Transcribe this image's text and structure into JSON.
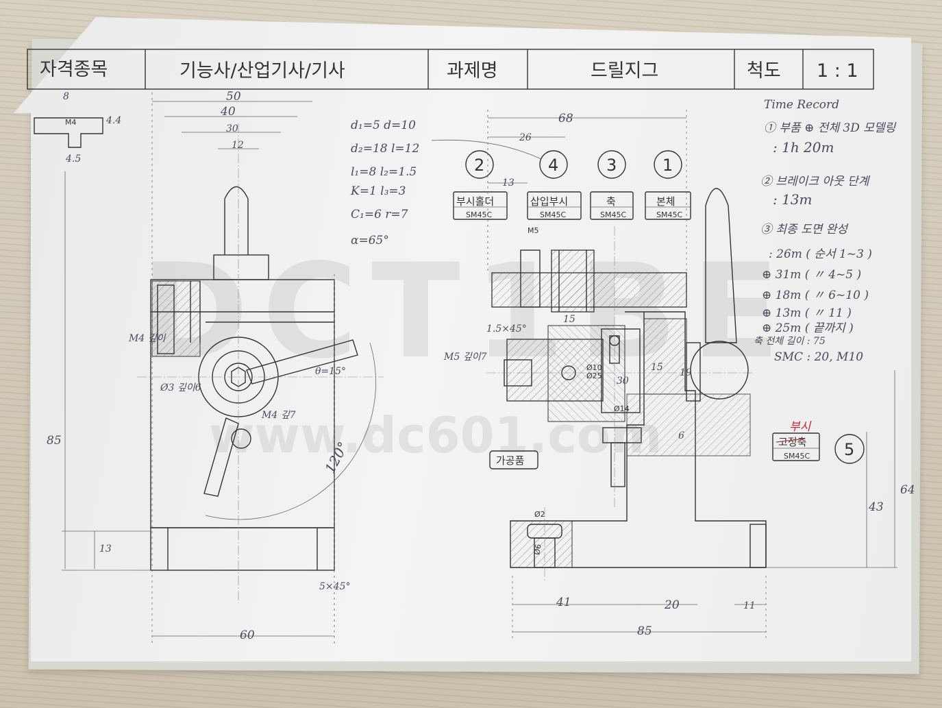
{
  "title_block": {
    "category_label": "자격종목",
    "category_value": "기능사/산업기사/기사",
    "project_label": "과제명",
    "project_value": "드릴지그",
    "scale_label": "척도",
    "scale_value": "1 : 1"
  },
  "parts": [
    {
      "number": "2",
      "name": "부시홀더",
      "material": "SM45C"
    },
    {
      "number": "4",
      "name": "삽입부시",
      "material": "SM45C"
    },
    {
      "number": "3",
      "name": "축",
      "material": "SM45C"
    },
    {
      "number": "1",
      "name": "본체",
      "material": "SM45C"
    },
    {
      "number": "5",
      "name": "고정축",
      "material": "SM45C",
      "correction": "부시"
    }
  ],
  "workpiece_label": "가공품",
  "time_record": {
    "heading": "Time Record",
    "entries": [
      {
        "text": "① 부품 ⊕ 전체 3D 모델링",
        "detail": ": 1h 20m"
      },
      {
        "text": "② 브레이크 아웃 단계",
        "detail": ": 13m"
      },
      {
        "text": "③ 최종 도면 완성",
        "detail": ""
      }
    ],
    "sub_entries": [
      ": 26m ( 순서 1~3 )",
      "⊕ 31m ( 〃 4~5 )",
      "⊕ 18m ( 〃 6~10 )",
      "⊕ 13m ( 〃 11 )",
      "⊕ 25m ( 끝까지 )"
    ],
    "footer1": "축 전체 길이 : 75",
    "footer2": "SMC : 20, M10"
  },
  "formulas": [
    "d₁=5  d=10",
    "d₂=18  l=12",
    "l₁=8  l₂=1.5",
    "K=1  l₃=3",
    "C₁=6  r=7",
    "α=65°"
  ],
  "dimensions": {
    "top_50": "50",
    "top_40": "40",
    "top_30": "30",
    "top_12": "12",
    "left_85": "85",
    "left_13": "13",
    "bottom_60": "60",
    "chamfer": "5×45°",
    "angle_120": "120°",
    "angle_15": "θ=15°",
    "right_68": "68",
    "right_26": "26",
    "right_13": "13",
    "m5": "M5",
    "m5_depth": "M5 깊이7",
    "m4_depth": "M4 깊이",
    "phi3_depth": "Ø3 깊이6",
    "m4_depth7": "M4 깊7",
    "bottom_41": "41",
    "bottom_20": "20",
    "bottom_11": "11",
    "bottom_85": "85",
    "right_64": "64",
    "right_43": "43",
    "inner_15": "15",
    "inner_30": "30",
    "inner_6": "6",
    "inner_19": "19",
    "phi6": "Ø6",
    "phi2": "Ø2",
    "chamfer_small": "1.5×45°",
    "phi10": "Ø10",
    "phi25": "Ø25",
    "phi14": "Ø14",
    "t_dim_8": "8",
    "t_dim_44": "4.4",
    "t_dim_45": "4.5",
    "t_m4": "M4"
  },
  "watermark": {
    "big": "DCT1BE",
    "url": "www.dc601.com"
  }
}
